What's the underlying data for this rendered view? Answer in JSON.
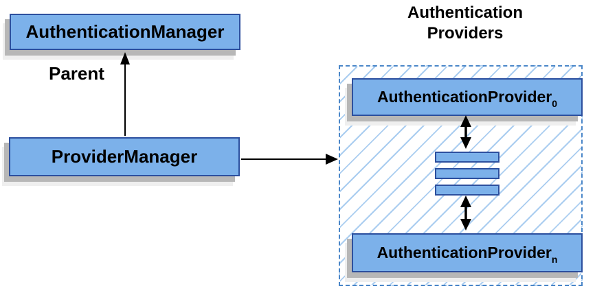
{
  "diagram": {
    "title": "Authentication\nProviders",
    "parent_edge_label": "Parent",
    "nodes": {
      "authentication_manager": {
        "label": "AuthenticationManager"
      },
      "provider_manager": {
        "label": "ProviderManager"
      },
      "authentication_provider_first": {
        "label": "AuthenticationProvider",
        "subscript": "0"
      },
      "authentication_provider_last": {
        "label": "AuthenticationProvider",
        "subscript": "n"
      }
    },
    "ellipsis_bar_count": 3
  },
  "colors": {
    "node-fill": "#7cb1ea",
    "node-border": "#2c4f9e",
    "group-border": "#4a86c8",
    "group-stripe": "#aacdf0",
    "shadow": "#b7b7b7",
    "shadow-light": "#efefef",
    "arrow": "#000000",
    "text": "#000000",
    "canvas": "#ffffff"
  }
}
